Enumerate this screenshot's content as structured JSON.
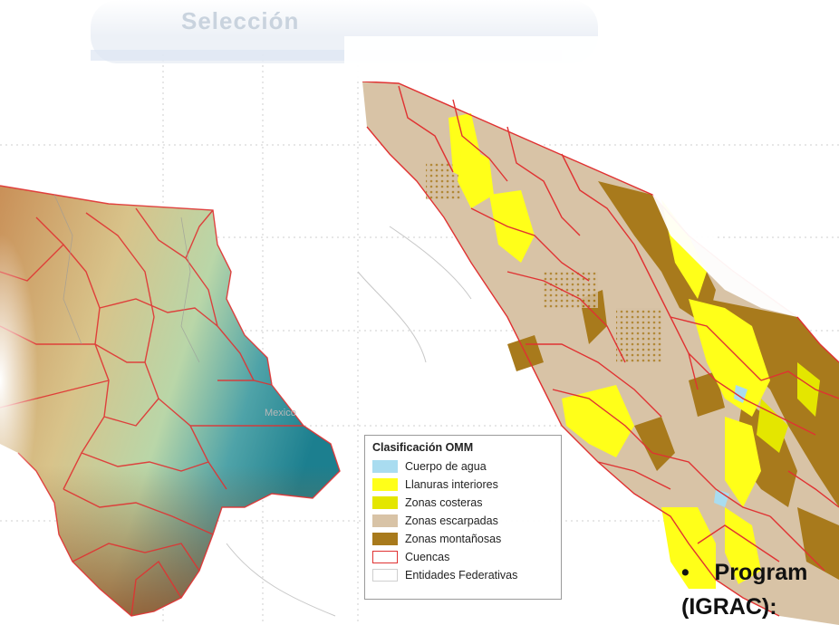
{
  "slide": {
    "title_fragment": "Selección",
    "bullet_line1": "•    Program",
    "bullet_line2": "(IGRAC):",
    "faint_map_label": "Mexico"
  },
  "legend": {
    "title": "Clasificación OMM",
    "items": [
      {
        "label": "Cuerpo de agua",
        "color": "#a9dcf0",
        "type": "fill"
      },
      {
        "label": "Llanuras interiores",
        "color": "#ffff19",
        "type": "fill"
      },
      {
        "label": "Zonas costeras",
        "color": "#e4e600",
        "type": "fill"
      },
      {
        "label": "Zonas escarpadas",
        "color": "#d8c3a6",
        "type": "fill"
      },
      {
        "label": "Zonas montañosas",
        "color": "#a87a1c",
        "type": "fill"
      },
      {
        "label": "Cuencas",
        "color": "#e03232",
        "type": "outline"
      },
      {
        "label": "Entidades Federativas",
        "color": "#cfcfcf",
        "type": "outline"
      }
    ]
  },
  "colors": {
    "relief_low": "#1c7f8f",
    "relief_mid": "#d9c88c",
    "relief_high": "#9b5a2a",
    "basin_lines": "#e03232",
    "grid": "#c8c8c8"
  }
}
